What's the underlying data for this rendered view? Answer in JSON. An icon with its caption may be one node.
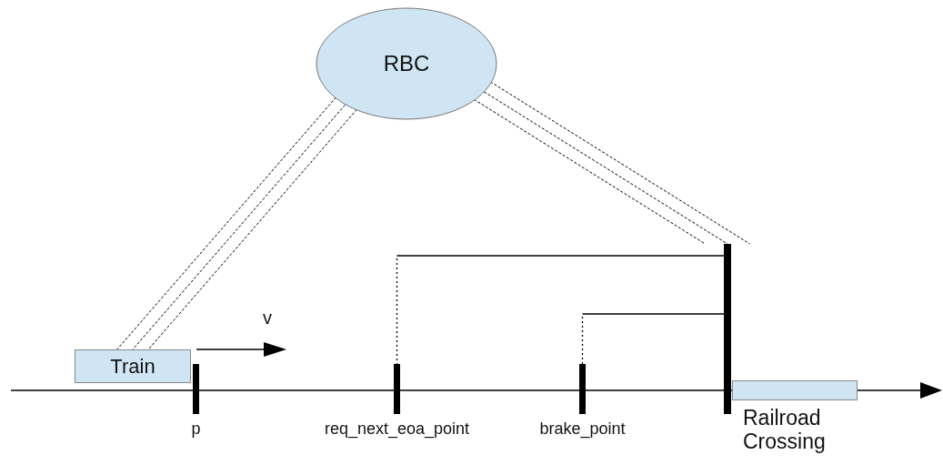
{
  "diagram": {
    "nodes": [
      {
        "text": [
          "RBC"
        ]
      },
      {
        "text": [
          "Train"
        ]
      },
      {
        "text": [
          "p"
        ]
      },
      {
        "text": [
          "req_next_eoa_point"
        ]
      },
      {
        "text": [
          "brake_point"
        ]
      },
      {
        "text": [],
        "shape": "bar"
      },
      {
        "text": [
          "Railroad Crossing"
        ]
      }
    ],
    "edges": [
      {
        "from": 0,
        "to": 1,
        "arrow": "none",
        "style": "dashed"
      },
      {
        "from": 0,
        "to": 1,
        "arrow": "none",
        "style": "dashed"
      },
      {
        "from": 0,
        "to": 1,
        "arrow": "none",
        "style": "dashed"
      },
      {
        "from": 0,
        "to": 5,
        "arrow": "none",
        "style": "dashed"
      },
      {
        "from": 0,
        "to": 5,
        "arrow": "none",
        "style": "dashed"
      },
      {
        "from": 0,
        "to": 5,
        "arrow": "none",
        "style": "dashed"
      },
      {
        "from": 5,
        "to": 3,
        "arrow": "none"
      },
      {
        "from": 5,
        "to": 4,
        "arrow": "none"
      }
    ],
    "labels": [
      "v"
    ]
  }
}
